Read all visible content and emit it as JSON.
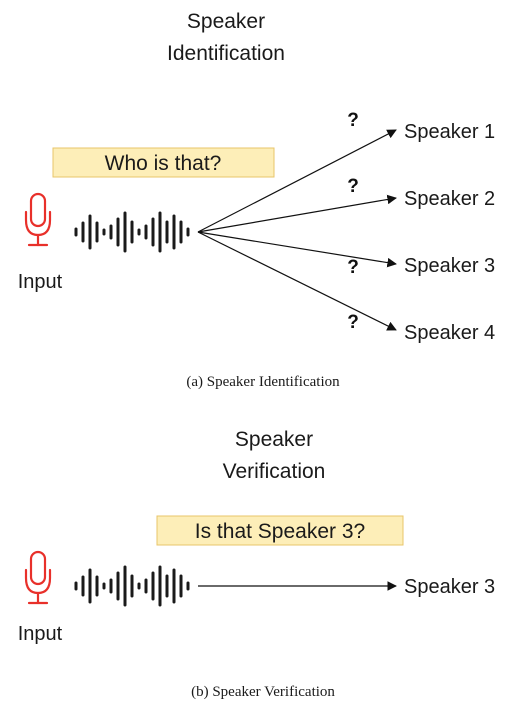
{
  "colors": {
    "mic": "#e8302a",
    "callout_fill": "#fdeeb8",
    "callout_border": "#e8c56a",
    "ink": "#1a1a1a",
    "arrow": "#111111"
  },
  "icons": {
    "microphone": "microphone-icon",
    "waveform": "waveform-icon"
  },
  "identification": {
    "title_line1": "Speaker",
    "title_line2": "Identification",
    "question": "Who is that?",
    "input_label": "Input",
    "unknown_mark": "?",
    "targets": [
      "Speaker 1",
      "Speaker 2",
      "Speaker 3",
      "Speaker 4"
    ],
    "caption": "(a) Speaker Identification"
  },
  "verification": {
    "title_line1": "Speaker",
    "title_line2": "Verification",
    "question": "Is that Speaker 3?",
    "input_label": "Input",
    "target": "Speaker 3",
    "caption": "(b) Speaker Verification"
  }
}
